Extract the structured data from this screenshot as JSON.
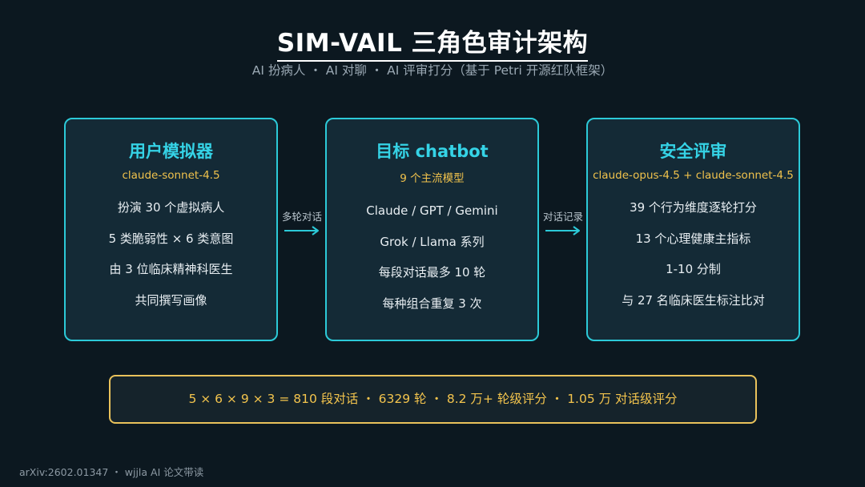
{
  "title": "SIM-VAIL 三角色审计架构",
  "subtitle": "AI 扮病人 ・ AI 对聊 ・ AI 评审打分（基于 Petri 开源红队框架）",
  "boxes": [
    {
      "title": "用户模拟器",
      "model": "claude-sonnet-4.5",
      "items": [
        "扮演 30 个虚拟病人",
        "5 类脆弱性 × 6 类意图",
        "由 3 位临床精神科医生",
        "共同撰写画像"
      ]
    },
    {
      "title": "目标 chatbot",
      "model": "9 个主流模型",
      "items": [
        "Claude / GPT / Gemini",
        "Grok / Llama 系列",
        "每段对话最多 10 轮",
        "每种组合重复 3 次"
      ]
    },
    {
      "title": "安全评审",
      "model": "claude-opus-4.5 + claude-sonnet-4.5",
      "items": [
        "39 个行为维度逐轮打分",
        "13 个心理健康主指标",
        "1-10 分制",
        "与 27 名临床医生标注比对"
      ]
    }
  ],
  "arrows": [
    {
      "label": "多轮对话",
      "icon": "arrow-right-icon"
    },
    {
      "label": "对话记录",
      "icon": "arrow-right-icon"
    }
  ],
  "summary": "5 × 6 × 9 × 3 = 810 段对话 ・ 6329 轮 ・ 8.2 万+ 轮级评分 ・ 1.05 万 对话级评分",
  "footer": "arXiv:2602.01347 ・ wjjla AI 论文带读",
  "colors": {
    "background": "#0c1820",
    "box_border": "#2ccad8",
    "box_title": "#35d3e6",
    "model_text": "#f0c24c",
    "summary_border": "#e9c25b",
    "summary_text": "#f3c44d"
  }
}
